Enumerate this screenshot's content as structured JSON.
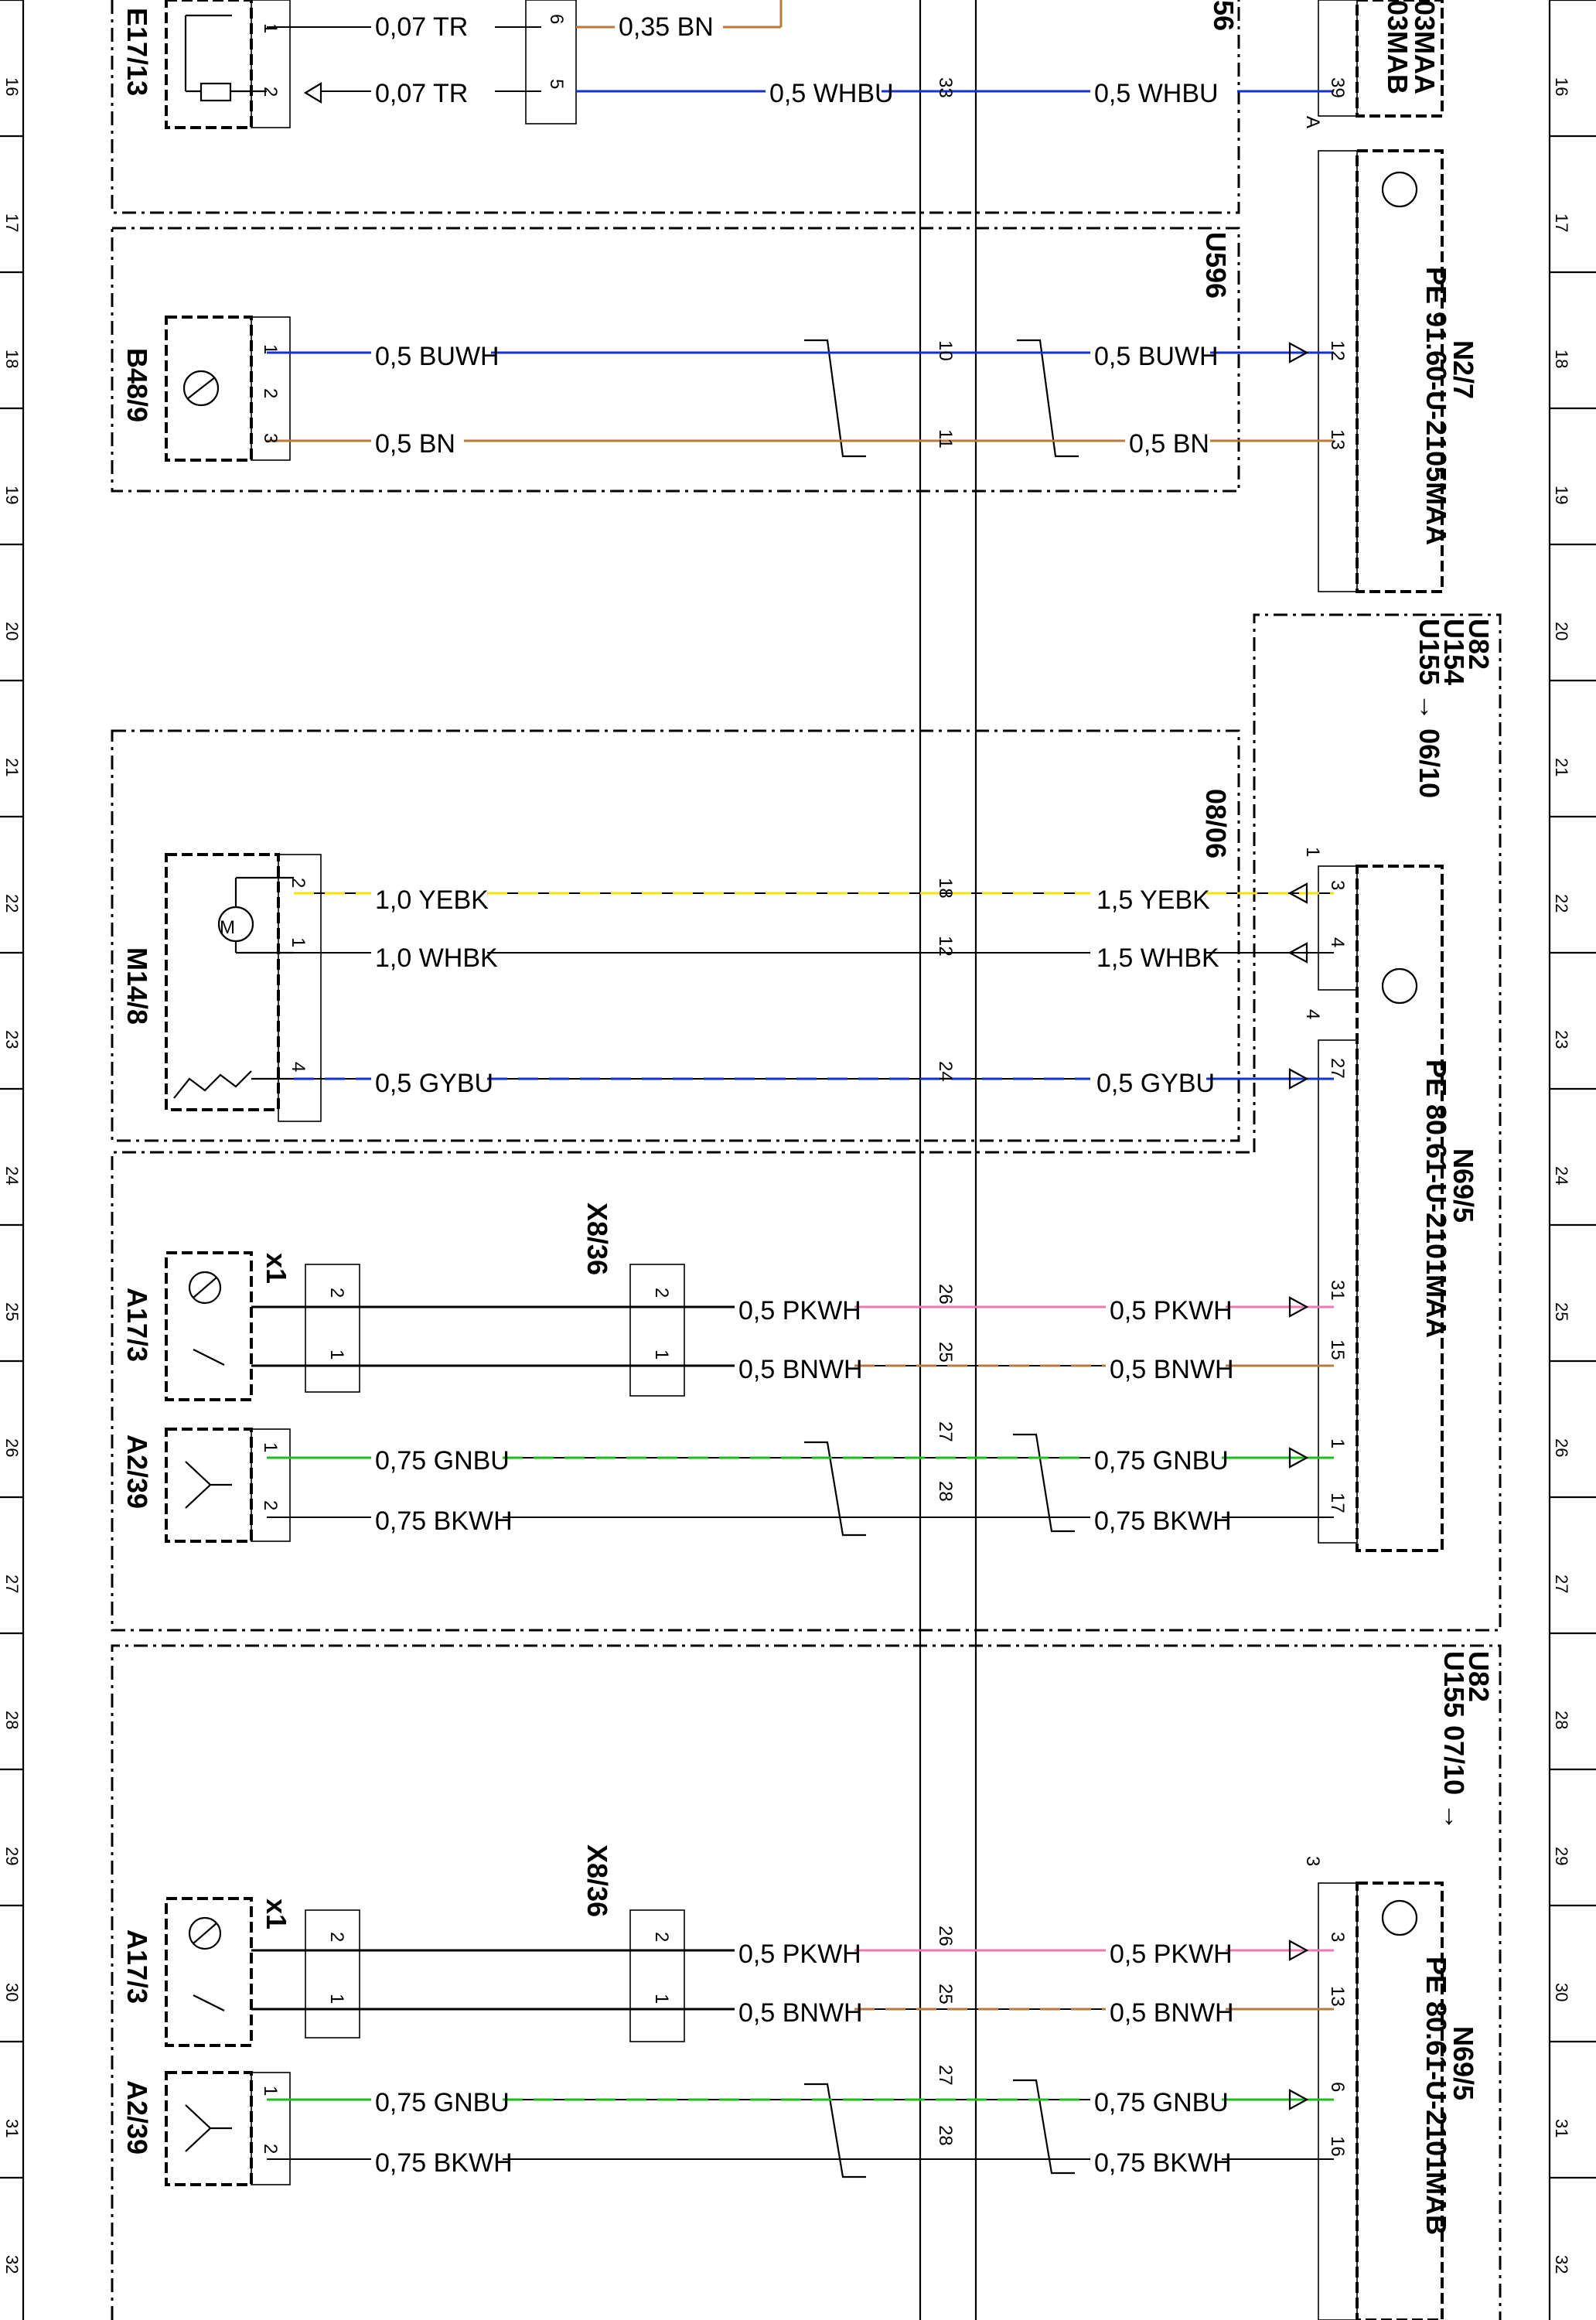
{
  "grid_rows": [
    "16",
    "17",
    "18",
    "19",
    "20",
    "21",
    "22",
    "23",
    "24",
    "25",
    "26",
    "27",
    "28",
    "29",
    "30",
    "31",
    "32"
  ],
  "wire_colors": {
    "TR": "#555555",
    "BN": "#b97a3c",
    "WHBU": "#1430d8",
    "BUWH": "#1430d8",
    "YEBK": "#f5e400",
    "WHBK": "#111111",
    "GYBU": "#1430d8",
    "PKWH": "#f07ab0",
    "BNWH": "#b97a3c",
    "GNBU": "#19c019",
    "BKWH": "#111111"
  },
  "components": {
    "e17_13": "E17/13",
    "b48_9": "B48/9",
    "m14_8": "M14/8",
    "a17_3_a": "A17/3",
    "a17_3_b": "A17/3",
    "a2_39_a": "A2/39",
    "a2_39_b": "A2/39",
    "x1_a": "x1",
    "x1_b": "x1",
    "x8_36_a": "X8/36",
    "x8_36_b": "X8/36",
    "motor_letter": "M",
    "top_right_a": "03MAA",
    "top_right_b": "03MAB",
    "top_u_ref": "56",
    "u596": "U596",
    "ref_0806": "08/06",
    "n2_7": "N2/7",
    "n2_7_pe": "PE 91.60-U-2105MAA",
    "n69_5_a": "N69/5",
    "n69_5_a_pe": "PE 80.61-U-2101MAA",
    "n69_5_b": "N69/5",
    "n69_5_b_pe": "PE 80.61-U-2101MAB",
    "u82_a": "U82",
    "u154": "U154",
    "u155_a": "U155 → 06/10",
    "u82_b": "U82",
    "u155_b": "U155 07/10 →",
    "mark_a": "A",
    "mark_1": "1",
    "mark_4": "4",
    "mark_3": "3"
  },
  "wires": {
    "w1_l": "0,07  TR",
    "w1_m": "0,35  BN",
    "w2_l": "0,07  TR",
    "w2_m": "0,5  WHBU",
    "w2_r": "0,5  WHBU",
    "w3_l": "0,5  BUWH",
    "w3_r": "0,5  BUWH",
    "w4_l": "0,5  BN",
    "w4_r": "0,5  BN",
    "w5_l": "1,0  YEBK",
    "w5_r": "1,5  YEBK",
    "w6_l": "1,0  WHBK",
    "w6_r": "1,5  WHBK",
    "w7_l": "0,5  GYBU",
    "w7_r": "0,5  GYBU",
    "w8_m": "0,5  PKWH",
    "w8_r": "0,5  PKWH",
    "w9_m": "0,5  BNWH",
    "w9_r": "0,5  BNWH",
    "w10_l": "0,75  GNBU",
    "w10_r": "0,75  GNBU",
    "w11_l": "0,75  BKWH",
    "w11_r": "0,75  BKWH",
    "w12_m": "0,5  PKWH",
    "w12_r": "0,5  PKWH",
    "w13_m": "0,5  BNWH",
    "w13_r": "0,5  BNWH",
    "w14_l": "0,75  GNBU",
    "w14_r": "0,75  GNBU",
    "w15_l": "0,75  BKWH",
    "w15_r": "0,75  BKWH"
  },
  "pins": {
    "e1": "1",
    "e2": "2",
    "x6": "6",
    "x5": "5",
    "p33": "33",
    "p39": "39",
    "b1": "1",
    "b2": "2",
    "b3": "3",
    "p10": "10",
    "p11": "11",
    "p12r": "12",
    "p13r": "13",
    "m2": "2",
    "m1": "1",
    "m4": "4",
    "p18": "18",
    "p12": "12",
    "p24": "24",
    "n3": "3",
    "n4": "4",
    "n27": "27",
    "a2a": "2",
    "a1a": "1",
    "x2a": "2",
    "x1a": "1",
    "p26a": "26",
    "p25a": "25",
    "p27a": "27",
    "p28a": "28",
    "n31": "31",
    "n15": "15",
    "n1": "1",
    "n17": "17",
    "g1a": "1",
    "g2a": "2",
    "a2b": "2",
    "a1b": "1",
    "x2b": "2",
    "x1b": "1",
    "p26b": "26",
    "p25b": "25",
    "p27b": "27",
    "p28b": "28",
    "n3b": "3",
    "n13b": "13",
    "n6b": "6",
    "n16b": "16",
    "g1b": "1",
    "g2b": "2"
  }
}
